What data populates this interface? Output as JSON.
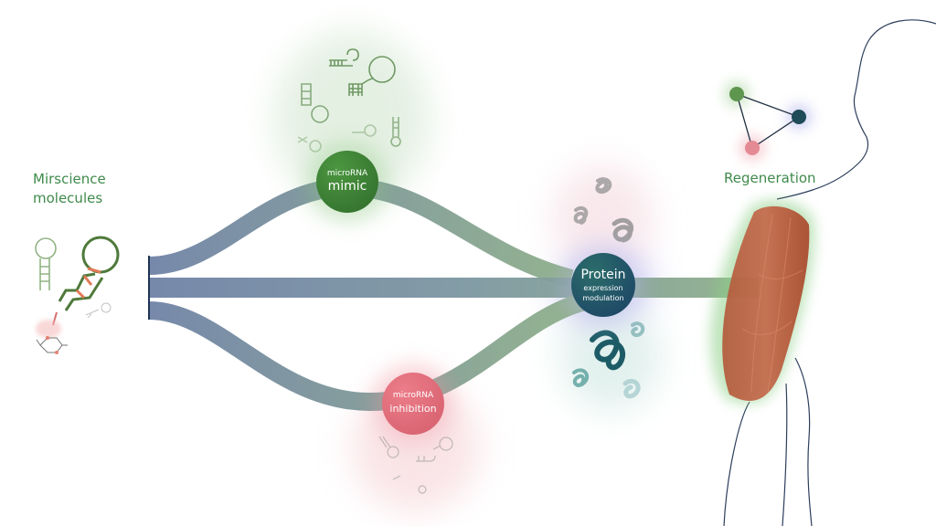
{
  "labels": {
    "source_line1": "Mirscience",
    "source_line2": "molecules",
    "regeneration": "Regeneration"
  },
  "nodes": {
    "mimic": {
      "line1": "microRNA",
      "line2": "mimic"
    },
    "inhibition": {
      "line1": "microRNA",
      "line2": "inhibition"
    },
    "protein": {
      "line1": "Protein",
      "line2": "expression",
      "line3": "modulation"
    }
  },
  "colors": {
    "accent_green": "#3f8a4b",
    "mimic_node": "#3a7d34",
    "inhibition_node": "#df6a78",
    "protein_node": "#1f4f63",
    "stream_blue": "#6f82a6",
    "stream_green": "#8fb08a",
    "muscle": "#b5502f"
  }
}
